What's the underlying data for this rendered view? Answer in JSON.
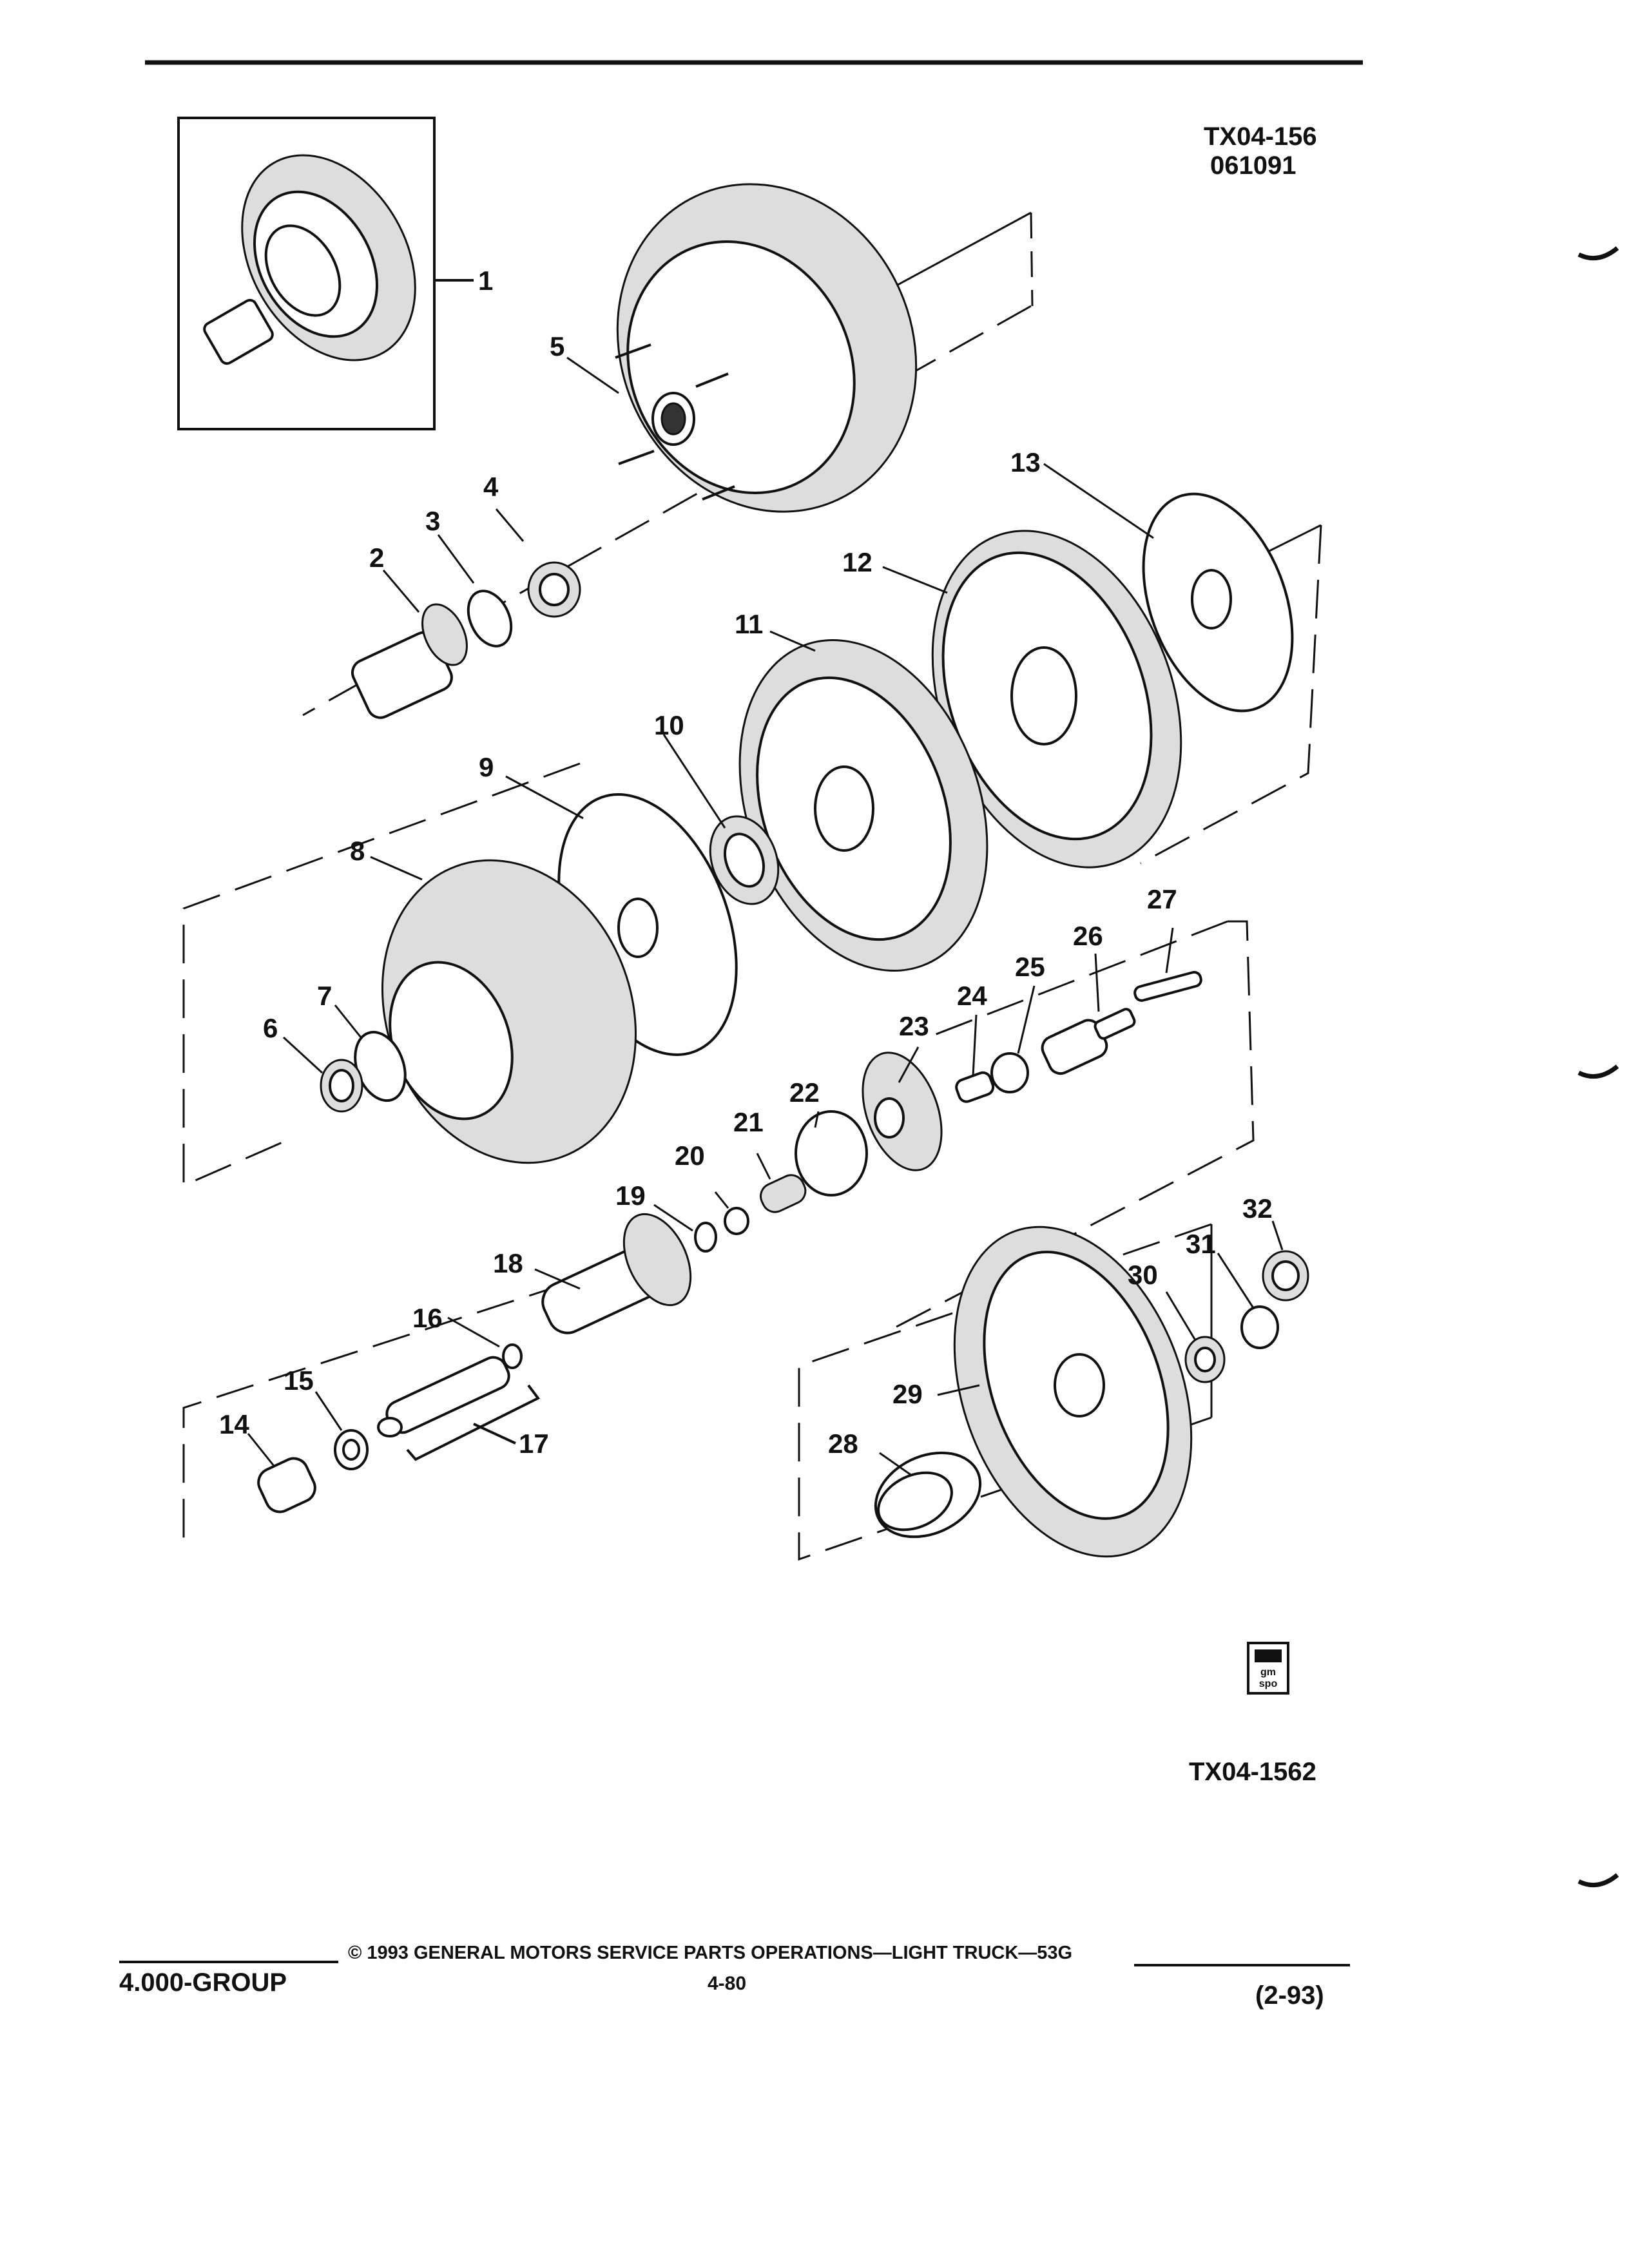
{
  "header": {
    "drawing_code": "TX04-156",
    "date_code": "061091"
  },
  "callouts": [
    "1",
    "2",
    "3",
    "4",
    "5",
    "6",
    "7",
    "8",
    "9",
    "10",
    "11",
    "12",
    "13",
    "14",
    "15",
    "16",
    "17",
    "18",
    "19",
    "20",
    "21",
    "22",
    "23",
    "24",
    "25",
    "26",
    "27",
    "28",
    "29",
    "30",
    "31",
    "32"
  ],
  "figure_code": "TX04-1562",
  "logo": {
    "text": "gm spo",
    "icon": "gm-spo-logo-icon"
  },
  "footer": {
    "group": "4.000-GROUP",
    "copyright": "© 1993 GENERAL MOTORS SERVICE PARTS OPERATIONS—LIGHT TRUCK—53G",
    "page": "4-80",
    "date": "(2-93)"
  }
}
